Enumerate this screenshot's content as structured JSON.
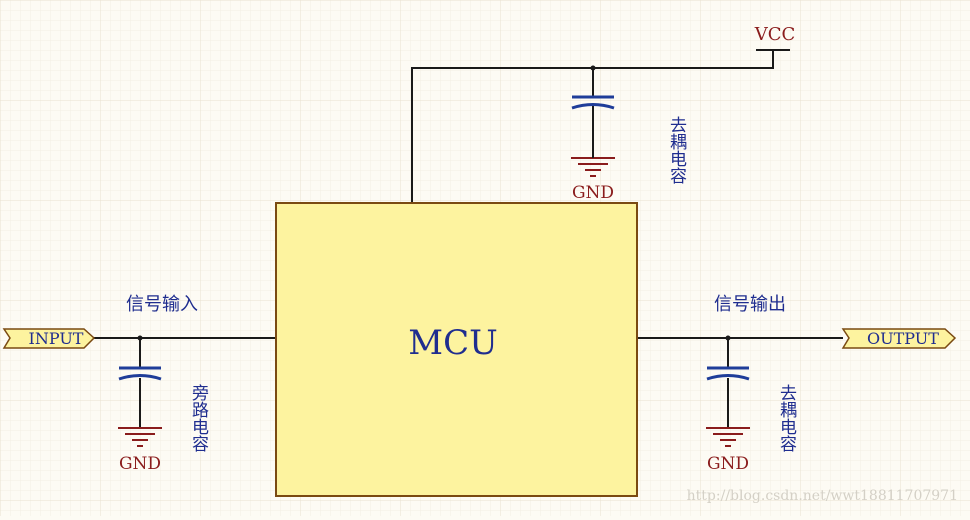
{
  "mcu": {
    "label": "MCU"
  },
  "power": {
    "label": "VCC"
  },
  "ports": {
    "input": "INPUT",
    "output": "OUTPUT"
  },
  "labels": {
    "signal_in": "信号输入",
    "signal_out": "信号输出",
    "decoupling_top": "去耦电容",
    "bypass_left": "旁路电容",
    "decoupling_right": "去耦电容"
  },
  "grounds": {
    "top": "GND",
    "left": "GND",
    "right": "GND"
  },
  "watermark": "http://blog.csdn.net/wwt18811707971",
  "colors": {
    "background": "#fdfbf4",
    "grid": "#efe9da",
    "wire": "#1a1a1a",
    "capacitor": "#1f3d99",
    "ground": "#8a1c1c",
    "mcu_fill": "#fdf39f",
    "mcu_border": "#7a4a12",
    "port_fill": "#fdf39f",
    "text_blue": "#1f2d8f",
    "text_red": "#8a1c1c"
  }
}
